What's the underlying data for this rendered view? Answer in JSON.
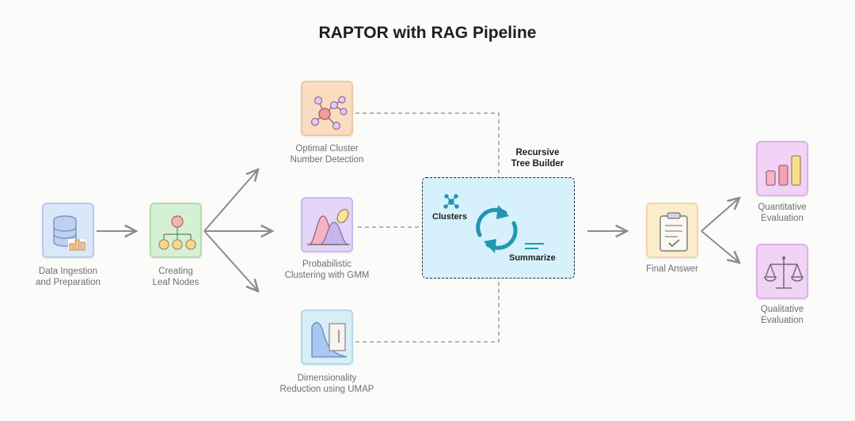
{
  "title": "RAPTOR with RAG Pipeline",
  "nodes": {
    "ingestion": {
      "label": [
        "Data Ingestion",
        "and Preparation"
      ],
      "icon": "database-chart-icon"
    },
    "leaf": {
      "label": [
        "Creating",
        "Leaf Nodes"
      ],
      "icon": "tree-hierarchy-icon"
    },
    "optimal": {
      "label": [
        "Optimal Cluster",
        "Number Detection"
      ],
      "icon": "network-graph-icon"
    },
    "gmm": {
      "label": [
        "Probabilistic",
        "Clustering with GMM"
      ],
      "icon": "distribution-curve-icon"
    },
    "umap": {
      "label": [
        "Dimensionality",
        "Reduction using UMAP"
      ],
      "icon": "umap-curve-icon"
    },
    "builder": {
      "label": [
        "Recursive",
        "Tree Builder"
      ],
      "clusters": "Clusters",
      "summarize": "Summarize",
      "icon": "refresh-cycle-icon"
    },
    "final": {
      "label": [
        "Final Answer"
      ],
      "icon": "clipboard-check-icon"
    },
    "quantitative": {
      "label": [
        "Quantitative",
        "Evaluation"
      ],
      "icon": "bar-chart-icon"
    },
    "qualitative": {
      "label": [
        "Qualitative",
        "Evaluation"
      ],
      "icon": "balance-scale-icon"
    }
  },
  "colors": {
    "blue_fill": "#d9e7fb",
    "blue_border": "#b9cbea",
    "green_fill": "#d6f0d4",
    "green_border": "#b3dbb0",
    "orange_fill": "#fbdcc0",
    "orange_border": "#efc7a3",
    "purple_fill": "#e3d5f7",
    "purple_border": "#cdb9ee",
    "cyan_fill": "#d6eef7",
    "cyan_border": "#b7d7e6",
    "yellow_fill": "#fbeccc",
    "yellow_border": "#ecd7a8",
    "pink_fill": "#f0d3f5",
    "pink_border": "#dcb3e6",
    "teal_accent": "#2296b1",
    "arrow": "#8c8c8c"
  }
}
